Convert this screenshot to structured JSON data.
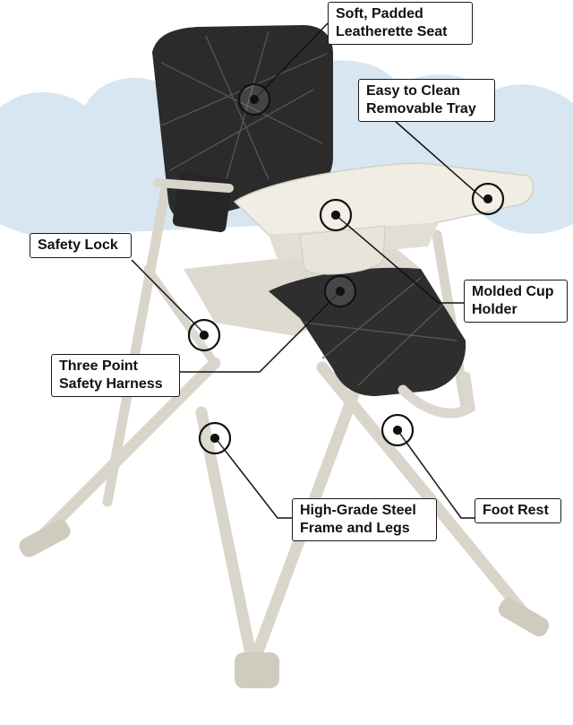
{
  "colors": {
    "cloud": "#d8e6f1",
    "cushion": "#2b2b2b",
    "frame": "#e6e3da",
    "tray": "#f0ede4",
    "leader": "#111111"
  },
  "callouts": {
    "seat": "Soft, Padded\nLeatherette Seat",
    "tray": "Easy to Clean\nRemovable Tray",
    "safety_lock": "Safety Lock",
    "cup_holder": "Molded Cup\nHolder",
    "harness": "Three Point\nSafety Harness",
    "steel_frame": "High-Grade Steel\nFrame and Legs",
    "foot_rest": "Foot Rest"
  }
}
